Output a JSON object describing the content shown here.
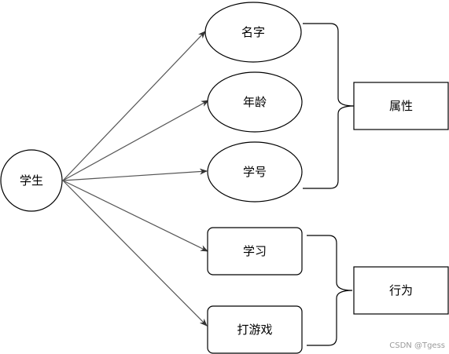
{
  "diagram": {
    "root": {
      "label": "学生"
    },
    "attributes": [
      {
        "label": "名字"
      },
      {
        "label": "年龄"
      },
      {
        "label": "学号"
      }
    ],
    "behaviors": [
      {
        "label": "学习"
      },
      {
        "label": "打游戏"
      }
    ],
    "groups": {
      "attributes_label": "属性",
      "behaviors_label": "行为"
    },
    "watermark": "CSDN @Tgess",
    "colors": {
      "stroke": "#000000",
      "arrow": "#444444",
      "background": "#ffffff"
    }
  }
}
